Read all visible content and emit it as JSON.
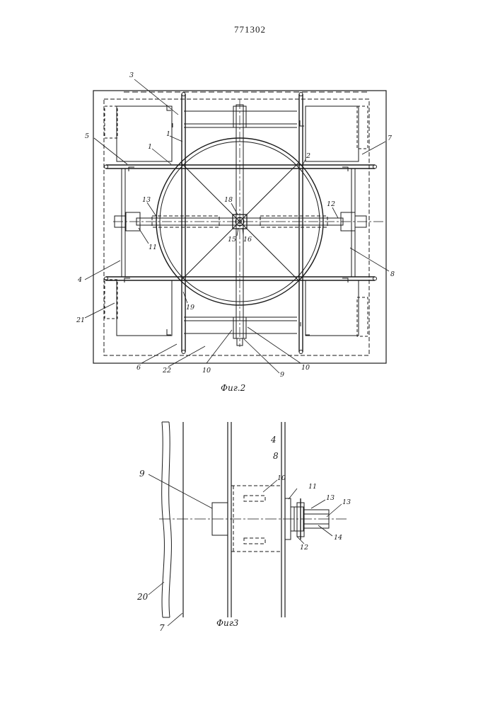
{
  "patent_number": "771302",
  "fig2": {
    "caption": "Фиг.2",
    "labels": {
      "l1a": "1",
      "l1b": "1",
      "l2": "2",
      "l3": "3",
      "l4": "4",
      "l5": "5",
      "l6": "6",
      "l7": "7",
      "l8": "8",
      "l9": "9",
      "l10a": "10",
      "l10b": "10",
      "l11": "11",
      "l12": "12",
      "l13": "13",
      "l15": "15",
      "l16": "16",
      "l18": "18",
      "l19": "19",
      "l21": "21",
      "l22": "22"
    }
  },
  "fig3": {
    "caption": "Фиг3",
    "labels": {
      "l4": "4",
      "l8": "8",
      "l9": "9",
      "l10": "10",
      "l11": "11",
      "l12": "12",
      "l13a": "13",
      "l13b": "13",
      "l14": "14",
      "l20": "20",
      "l7": "7"
    }
  },
  "colors": {
    "ink": "#1a1a1a",
    "paper": "#ffffff"
  }
}
